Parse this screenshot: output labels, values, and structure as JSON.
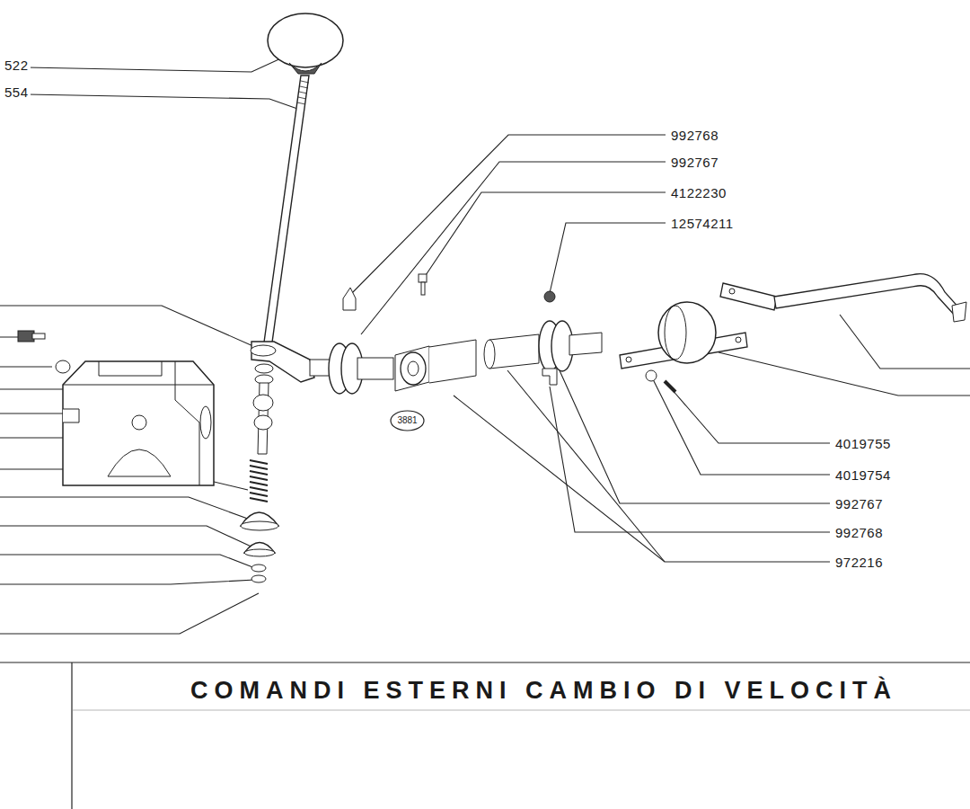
{
  "diagram": {
    "title": "COMANDI ESTERNI CAMBIO DI VELOCITÀ",
    "nodes": [
      {
        "text": [
          "3881"
        ]
      }
    ],
    "edges": [],
    "labels": [
      "522",
      "554",
      "992768",
      "992767",
      "4122230",
      "12574211",
      "4019755",
      "4019754",
      "992767",
      "992768",
      "972216"
    ]
  }
}
